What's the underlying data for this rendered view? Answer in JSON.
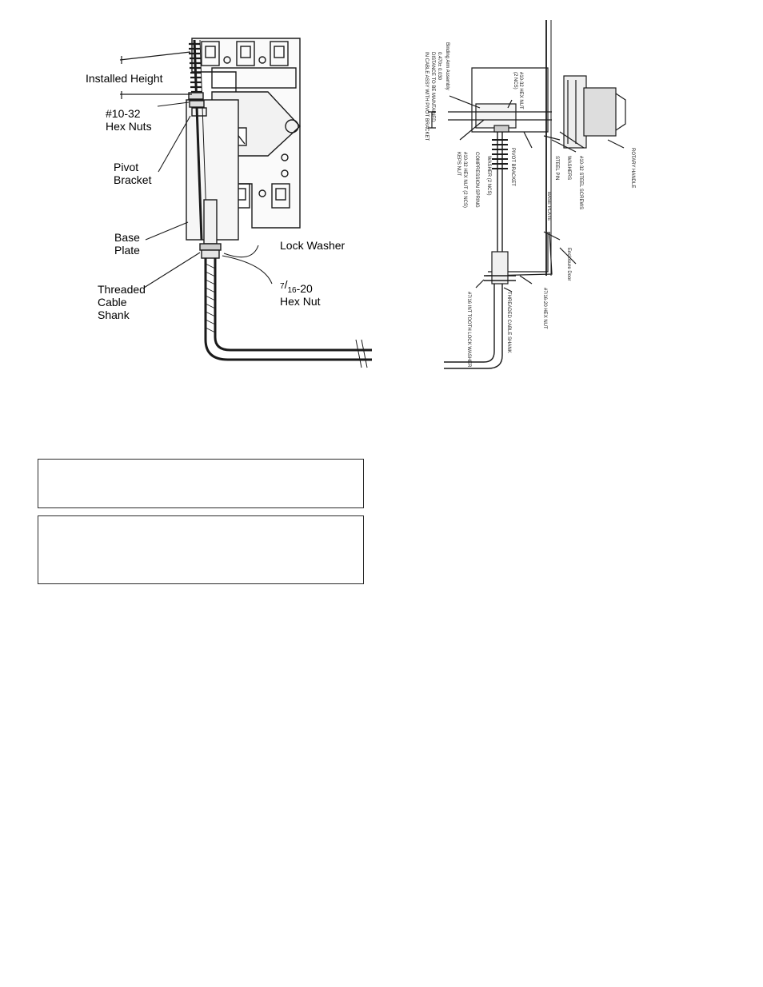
{
  "left_figure": {
    "labels": {
      "installed_height": "Installed Height",
      "hex_nuts_line1": "#10-32",
      "hex_nuts_line2": "Hex Nuts",
      "pivot_line1": "Pivot",
      "pivot_line2": "Bracket",
      "base_line1": "Base",
      "base_line2": "Plate",
      "lock_washer": "Lock Washer",
      "threaded_line1": "Threaded",
      "threaded_line2": "Cable",
      "threaded_line3": "Shank",
      "hexnut_sup": "7",
      "hexnut_sub": "16",
      "hexnut_rest": "-20",
      "hexnut_line2": "Hex Nut"
    }
  },
  "right_figure": {
    "labels": {
      "binding_arm": "Binding Arm Assembly",
      "dim_line1": "0.470± 0.030",
      "dim_line2": "DISTANCE TO BE MAINTAINED",
      "dim_line3": "IN CABLE ASSY WITH PIVOT BRACKET",
      "hex_nut_10_32": "#10-32 HEX NUT",
      "hex_nut_qty": "(2 NCS)",
      "hex_nut_lower": "#10-32 HEX NUT (2 NCS)",
      "kep_nut": "KEPS NUT",
      "comp_spring": "COMPRESSION SPRING",
      "washer_qty": "WASHER (2 NCS)",
      "pivot_bracket": "PIVOT BRACKET",
      "steel_pin": "STEEL PIN",
      "washers": "WASHERS",
      "screws": "#10-32 STEEL SCREWS",
      "base_plate": "BASE PLATE",
      "rotary_handle": "ROTARY HANDLE",
      "enclosure_door": "Enclosure Door",
      "lock_washer": "#7/16 INT TOOTH LOCK WASHER",
      "cable_shank": "THREADED CABLE SHANK",
      "hex_nut_7_16": "#7/16-20 HEX NUT"
    }
  },
  "text_boxes": [
    "",
    ""
  ]
}
